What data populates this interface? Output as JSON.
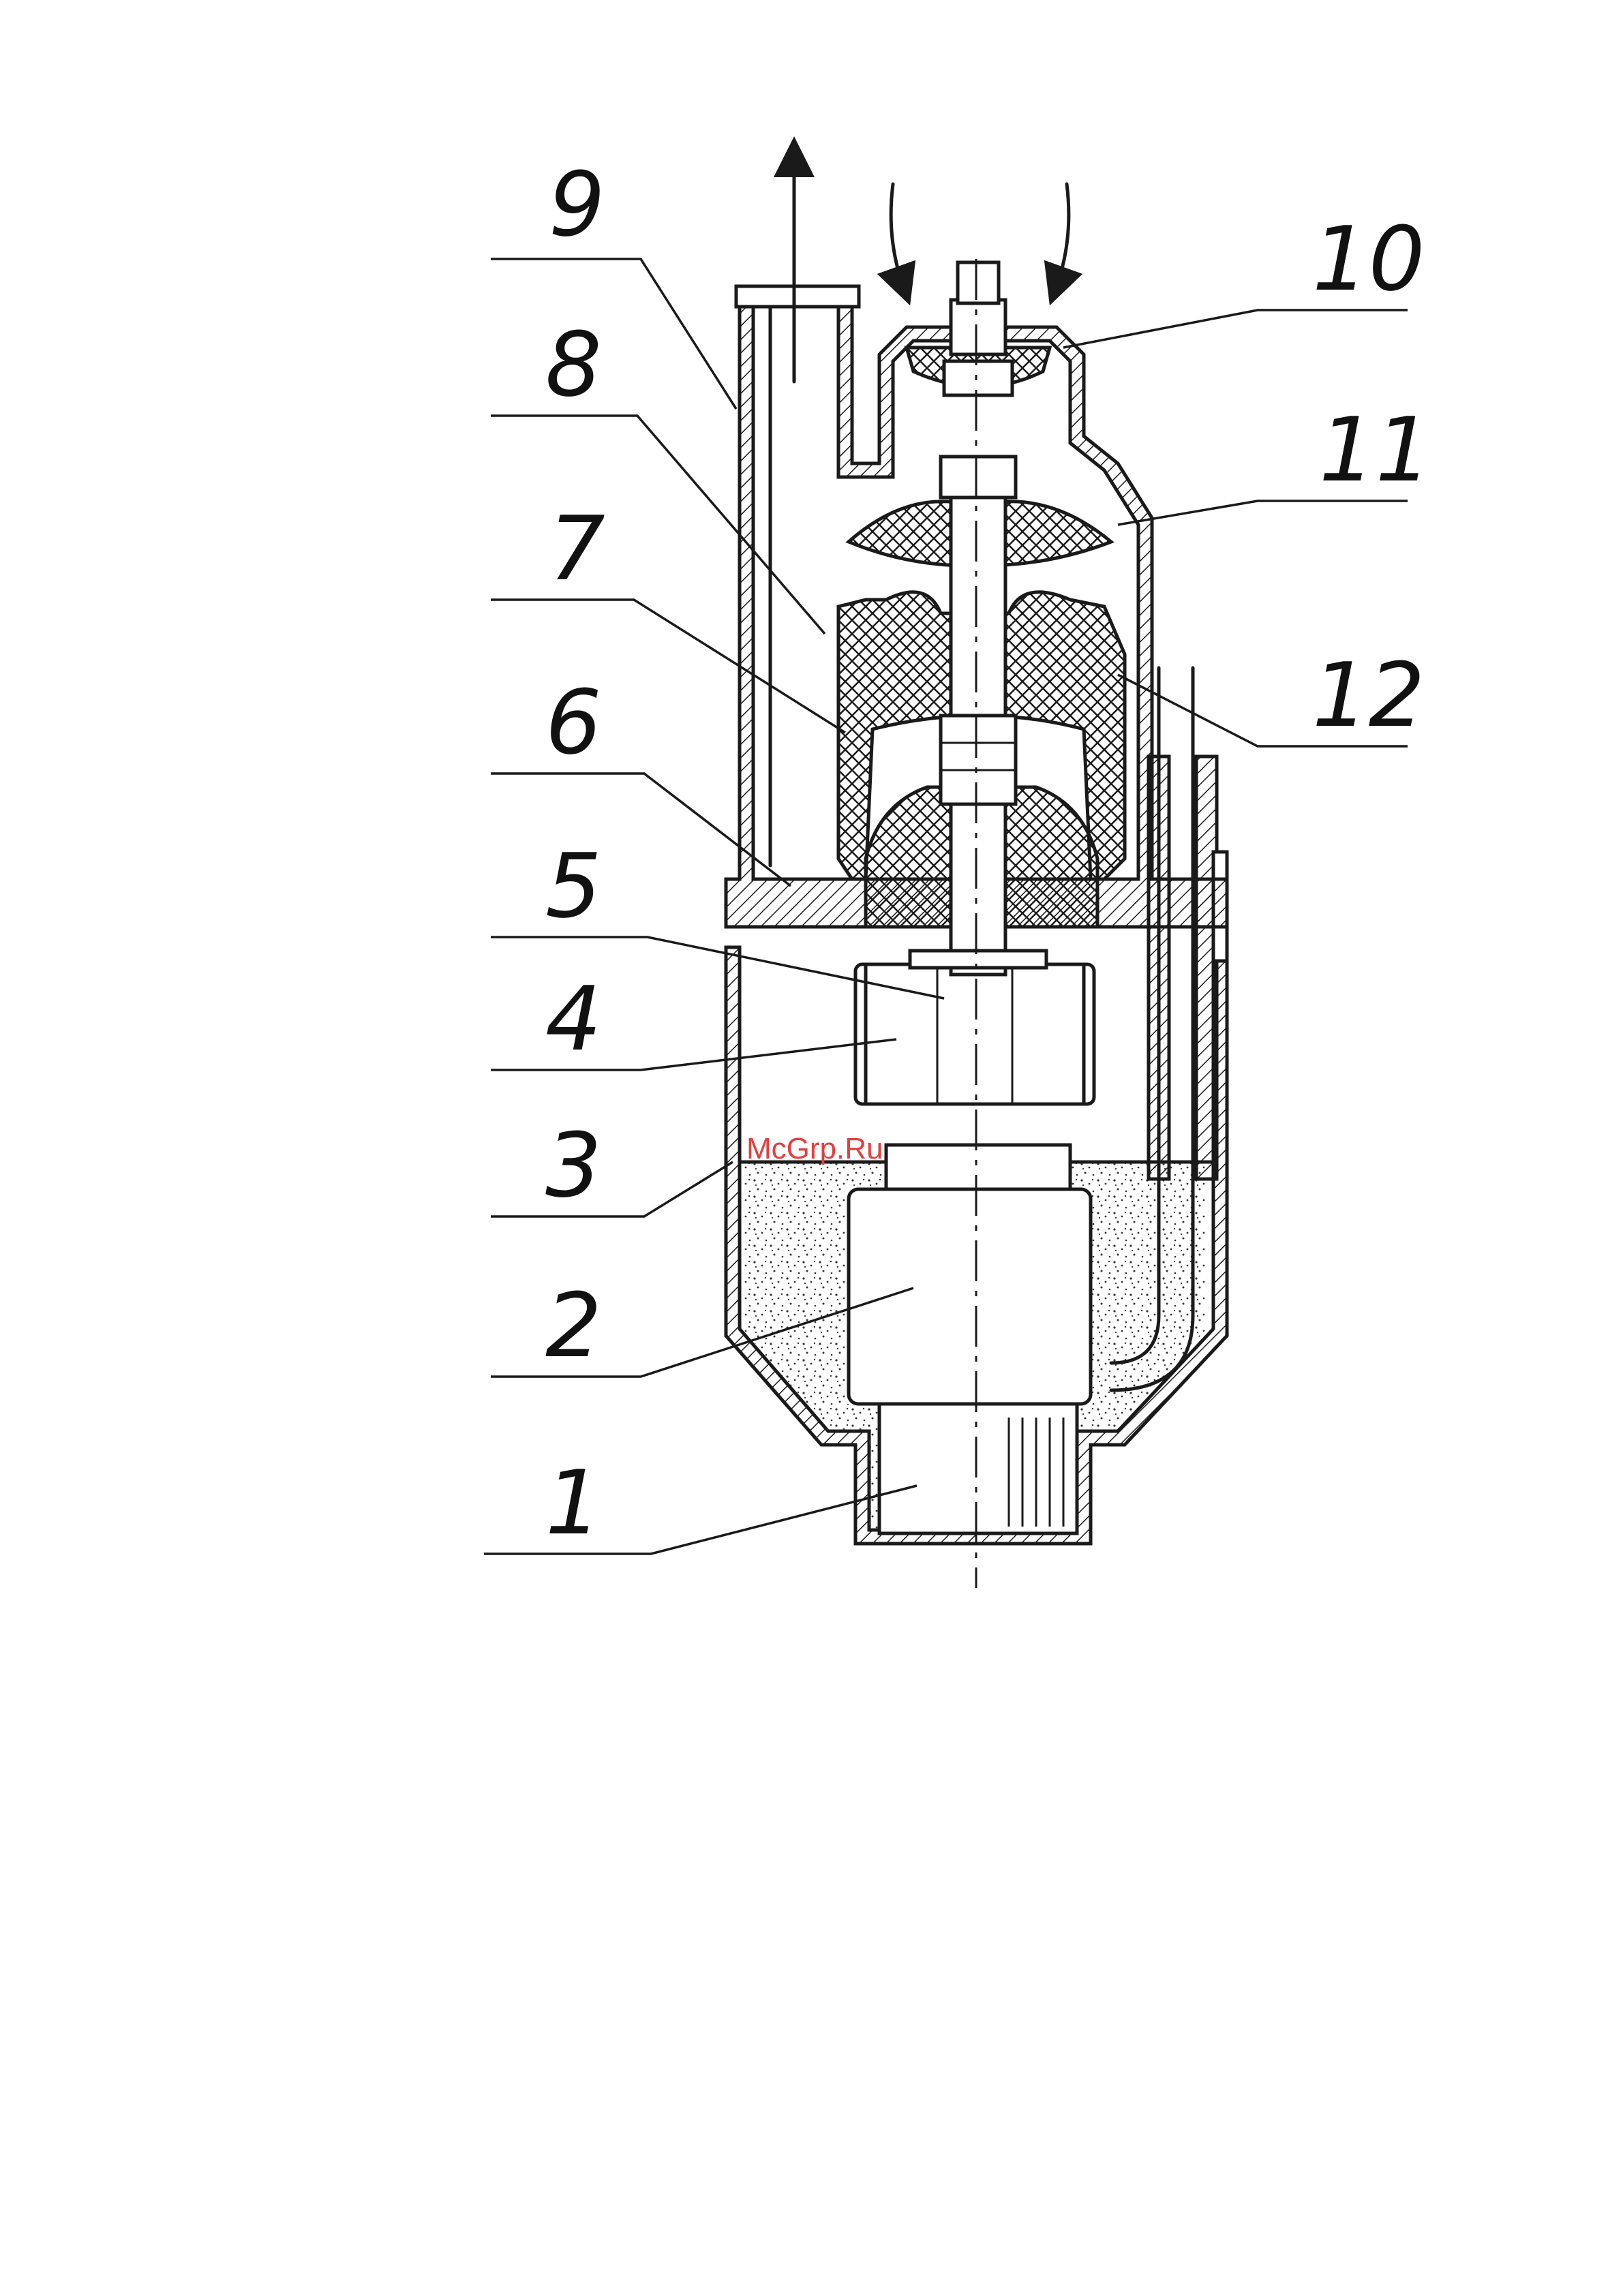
{
  "diagram": {
    "watermark": "McGrp.Ru",
    "callouts": [
      {
        "label": "1"
      },
      {
        "label": "2"
      },
      {
        "label": "3"
      },
      {
        "label": "4"
      },
      {
        "label": "5"
      },
      {
        "label": "6"
      },
      {
        "label": "7"
      },
      {
        "label": "8"
      },
      {
        "label": "9"
      },
      {
        "label": "10"
      },
      {
        "label": "11"
      },
      {
        "label": "12"
      }
    ]
  }
}
